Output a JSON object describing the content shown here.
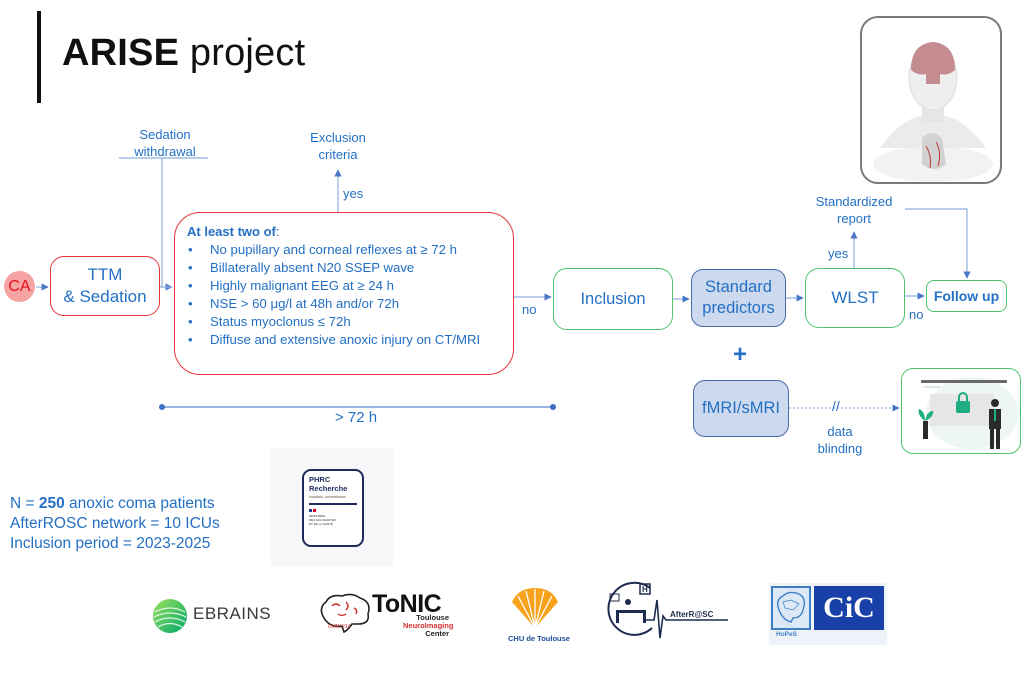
{
  "title": {
    "bold": "ARISE",
    "rest": " project"
  },
  "labels": {
    "sedation_withdrawal": [
      "Sedation",
      "withdrawal"
    ],
    "exclusion_criteria": [
      "Exclusion",
      "criteria"
    ],
    "yes_exclusion": "yes",
    "no_inclusion": "no",
    "standardized_report": [
      "Standardized",
      "report"
    ],
    "yes_wlst": "yes",
    "no_followup": "no",
    "data_blinding": [
      "data",
      "blinding"
    ],
    "blinding_marker": "//",
    "duration": "> 72 h",
    "plus": "+"
  },
  "nodes": {
    "ca": "CA",
    "ttm": [
      "TTM",
      "& Sedation"
    ],
    "criteria": {
      "heading": "At least two of",
      "heading_suffix": ":",
      "items": [
        "No pupillary and corneal reflexes at ≥ 72 h",
        "Billaterally absent N20 SSEP wave",
        "Highly malignant EEG at ≥ 24 h",
        "NSE > 60 μg/l at 48h and/or 72h",
        "Status myoclonus ≤ 72h",
        "Diffuse and extensive anoxic injury on CT/MRI"
      ]
    },
    "inclusion": "Inclusion",
    "standard_predictors": [
      "Standard",
      "predictors"
    ],
    "wlst": "WLST",
    "follow_up": "Follow up",
    "fmri": "fMRI/sMRI"
  },
  "stats": {
    "line1_prefix": "N = ",
    "line1_bold": "250",
    "line1_suffix": " anoxic coma patients",
    "line2": "AfterROSC network = 10 ICUs",
    "line3": "Inclusion period = 2023-2025"
  },
  "phrc": {
    "line1": "PHRC",
    "line2": "Recherche",
    "line3": "hospitalo- universitaires",
    "ministry": [
      "MINISTÈRE",
      "DES SOLIDARITÉS",
      "ET DE LA SANTÉ"
    ]
  },
  "logos": {
    "ebrains": "EBRAINS",
    "tonic": "ToNIC",
    "tonic_sub": [
      "Toulouse",
      "NeuroImaging",
      "Center"
    ],
    "tonic_umr": "UMR1214",
    "chu": "CHU de Toulouse",
    "afterrosc": "AfterR@SC",
    "hopes": "HoPeS",
    "cic": "CiC"
  },
  "colors": {
    "text_blue": "#2370c4",
    "red_border": "#e8343b",
    "green_border": "#4ec46b",
    "filled_box": "#cdd9ef",
    "ca_fill": "#f5a3a3"
  }
}
